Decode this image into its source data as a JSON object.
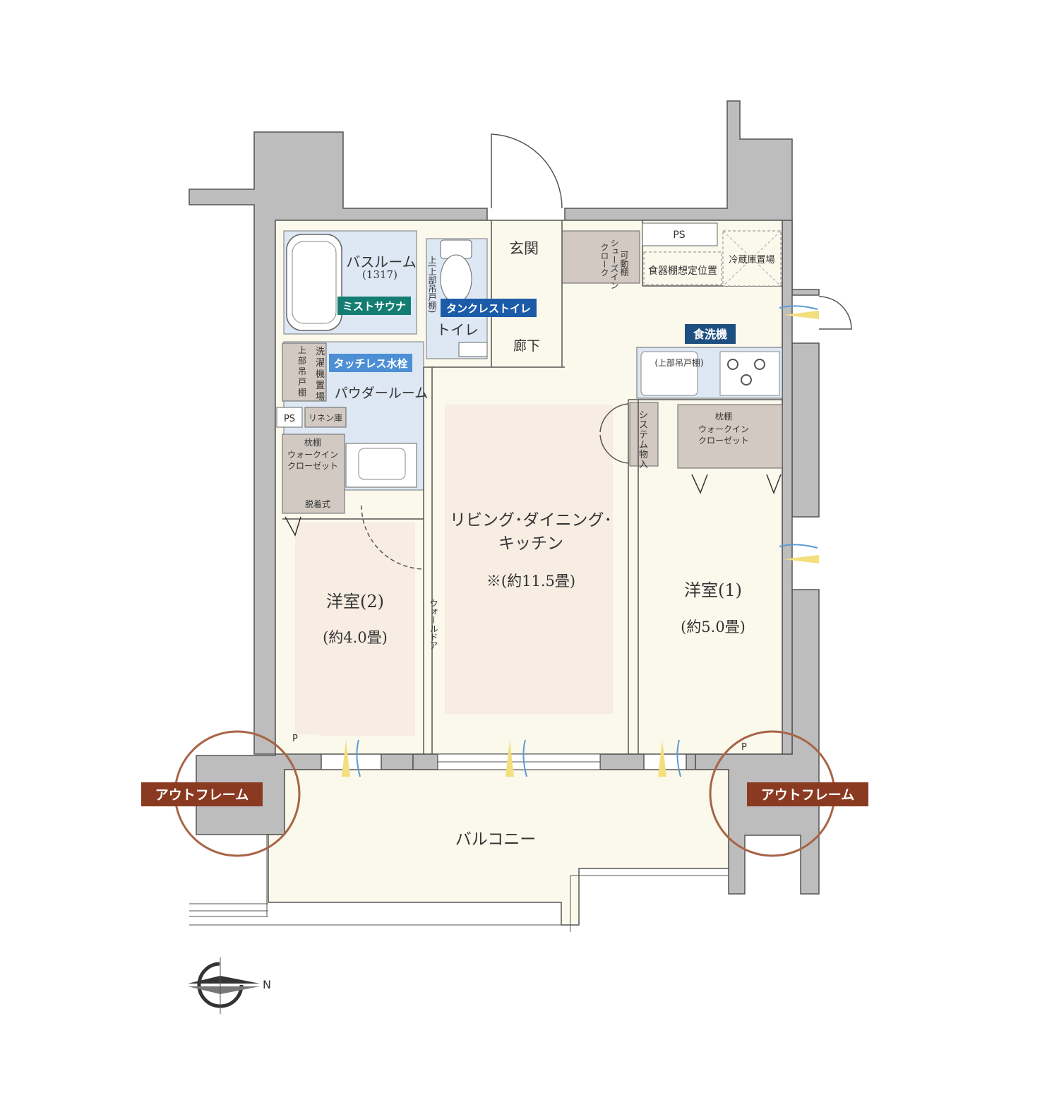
{
  "rooms": {
    "bathroom": "バスルーム",
    "bathroom_size": "(1317)",
    "toilet": "トイレ",
    "entrance": "玄関",
    "corridor": "廊下",
    "powder_room": "パウダールーム",
    "ldk_line1": "リビング･ダイニング･",
    "ldk_line2": "キッチン",
    "ldk_area": "※(約11.5畳)",
    "western2": "洋室(2)",
    "western2_area": "(約4.0畳)",
    "western1": "洋室(1)",
    "western1_area": "(約5.0畳)",
    "balcony": "バルコニー"
  },
  "fixtures": {
    "ps": "PS",
    "ps_left": "PS",
    "linen": "リネン庫",
    "dish_shelf": "食器棚想定位置",
    "fridge": "冷蔵庫置場",
    "shoe_closet": [
      "可動棚",
      "シューズイン",
      "クローク"
    ],
    "upper_cabinet_toilet": "上(上部吊戸棚)",
    "upper_cabinet_kitchen": "(上部吊戸棚)",
    "upper_cabinet_left": [
      "上",
      "部",
      "吊",
      "戸",
      "棚"
    ],
    "washer": [
      "洗",
      "濯",
      "機",
      "置",
      "場"
    ],
    "system_storage": [
      "シ",
      "ス",
      "テ",
      "ム",
      "物",
      "入"
    ],
    "wic_shelf": "枕棚",
    "wic_label1": "ウォークイン",
    "wic_label2": "クローゼット",
    "removable": "脱着式",
    "wall_door": "ウォールドア",
    "p_left": "P",
    "p_right": "P"
  },
  "badges": {
    "mist_sauna": "ミストサウナ",
    "tankless_toilet": "タンクレストイレ",
    "touchless_faucet": "タッチレス水栓",
    "dishwasher": "食洗機",
    "outframe_left": "アウトフレーム",
    "outframe_right": "アウトフレーム"
  },
  "compass": {
    "north": "N"
  },
  "colors": {
    "wall": "#bdbdbd",
    "wet_area": "#dde8f4",
    "room_floor": "#fbf8ec",
    "ldk_floor": "#f7ede3",
    "storage": "#d2c9c2",
    "teal_badge": "#147d72",
    "blue_badge": "#1c5ba8",
    "light_blue_badge": "#4c8fd4",
    "navy_badge": "#1d4f80",
    "outframe_badge": "#8b3a22",
    "outframe_circle": "#a86447"
  }
}
